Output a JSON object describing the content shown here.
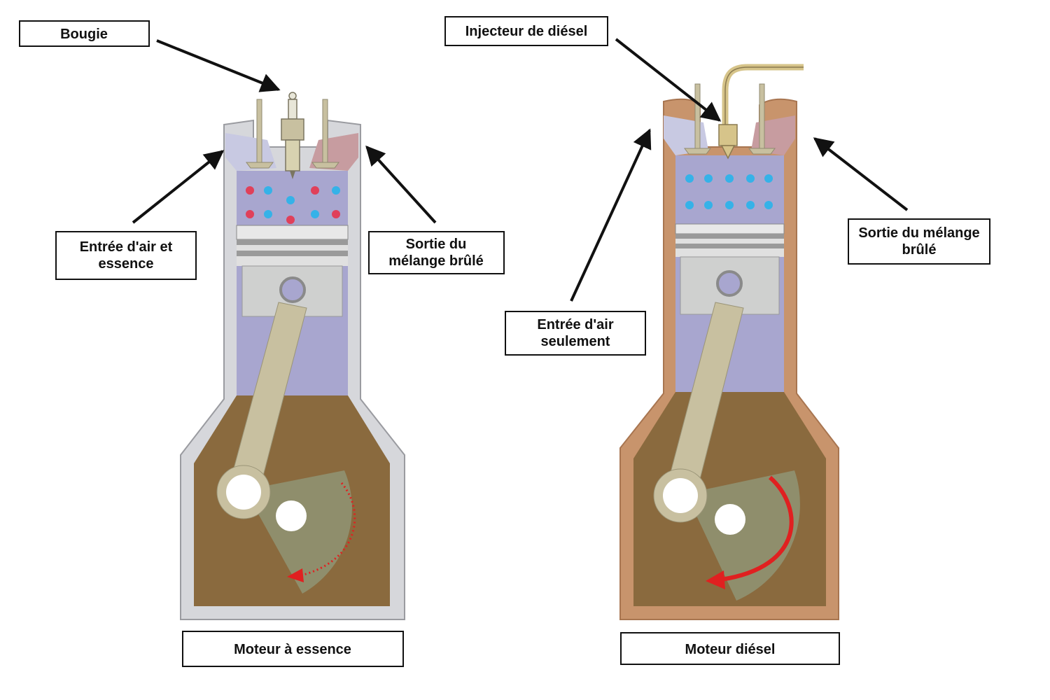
{
  "gasoline_engine": {
    "caption": "Moteur à essence",
    "labels": {
      "spark_plug": "Bougie",
      "intake": [
        "Entrée d'air et",
        "essence"
      ],
      "exhaust": [
        "Sortie du",
        "mélange brûlé"
      ]
    }
  },
  "diesel_engine": {
    "caption": "Moteur diésel",
    "labels": {
      "injector": "Injecteur de diésel",
      "intake": [
        "Entrée d'air",
        "seulement"
      ],
      "exhaust": [
        "Sortie du mélange",
        "brûlé"
      ]
    }
  },
  "colors": {
    "gasoline_body": "#d6d7db",
    "diesel_body": "#c8946c",
    "crankcase": "#8a6a3e",
    "cylinder": "#a8a6cf",
    "intake_port": "#c8c9e2",
    "exhaust_port": "#c79ca0",
    "piston": "#cfd0cf",
    "rod": "#c8c0a0",
    "crank_web": "#8f8e6c",
    "fuel_dot": "#e0405a",
    "air_dot": "#35b2e8",
    "rotation_arrow": "#e02020",
    "injector_brass": "#d6c48a"
  }
}
